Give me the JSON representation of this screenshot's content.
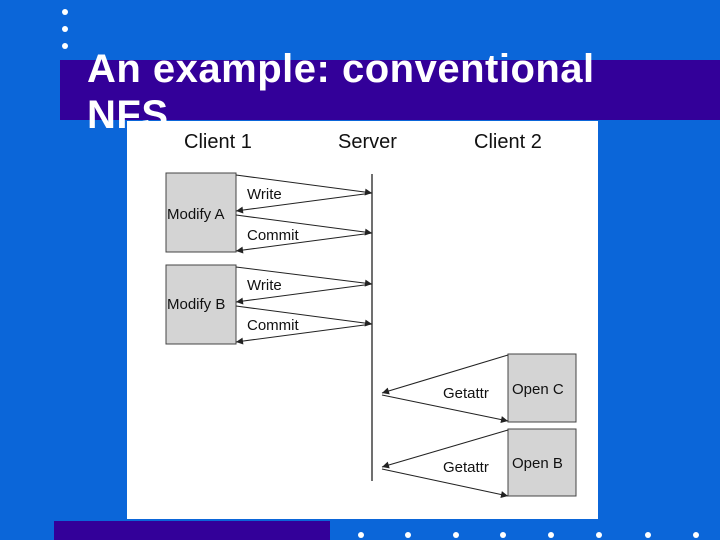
{
  "slide": {
    "title": "An example: conventional NFS"
  },
  "diagram": {
    "columns": {
      "client1": "Client 1",
      "server": "Server",
      "client2": "Client 2"
    },
    "boxes": {
      "modify_a": "Modify A",
      "modify_b": "Modify B",
      "open_c": "Open C",
      "open_b": "Open B"
    },
    "messages": {
      "write_a": "Write",
      "commit_a": "Commit",
      "write_b": "Write",
      "commit_b": "Commit",
      "getattr_c": "Getattr",
      "getattr_b": "Getattr"
    }
  },
  "colors": {
    "background": "#0b66d9",
    "accent_bar": "#330099",
    "box_fill": "#d4d4d4"
  }
}
